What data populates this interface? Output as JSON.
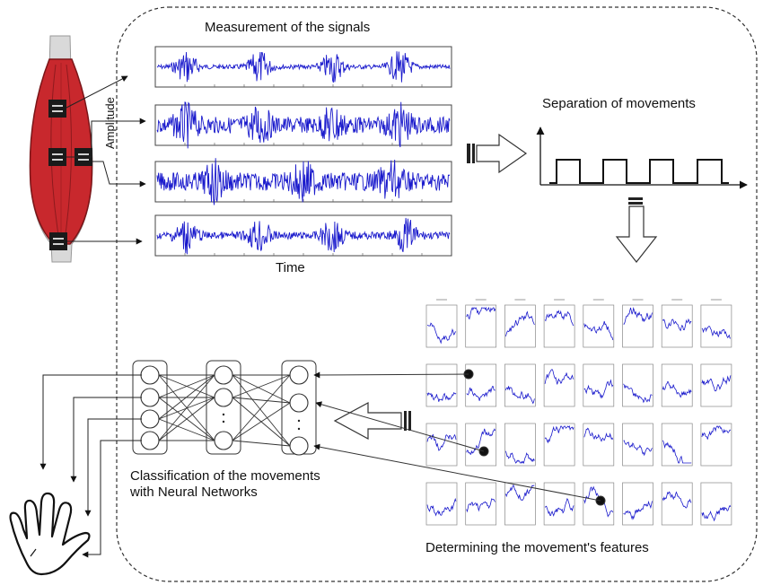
{
  "labels": {
    "measurement": "Measurement of the signals",
    "separation": "Separation of movements",
    "amplitude": "Amplitude",
    "time": "Time",
    "classification_line1": "Classification of the movements",
    "classification_line2": "with Neural Networks",
    "features": "Determining the movement's features"
  },
  "colors": {
    "signal": "#1a1acc",
    "muscle": "#c8282d",
    "muscle_edge": "#7a1518",
    "electrode": "#1a1a1a",
    "border": "#333333",
    "arrow_fill": "#ffffff"
  },
  "icons": {
    "muscle": "muscle-icon",
    "hand": "hand-icon",
    "hollow_arrow": "hollow-arrow-icon"
  },
  "grid": {
    "rows": 4,
    "cols": 8
  }
}
